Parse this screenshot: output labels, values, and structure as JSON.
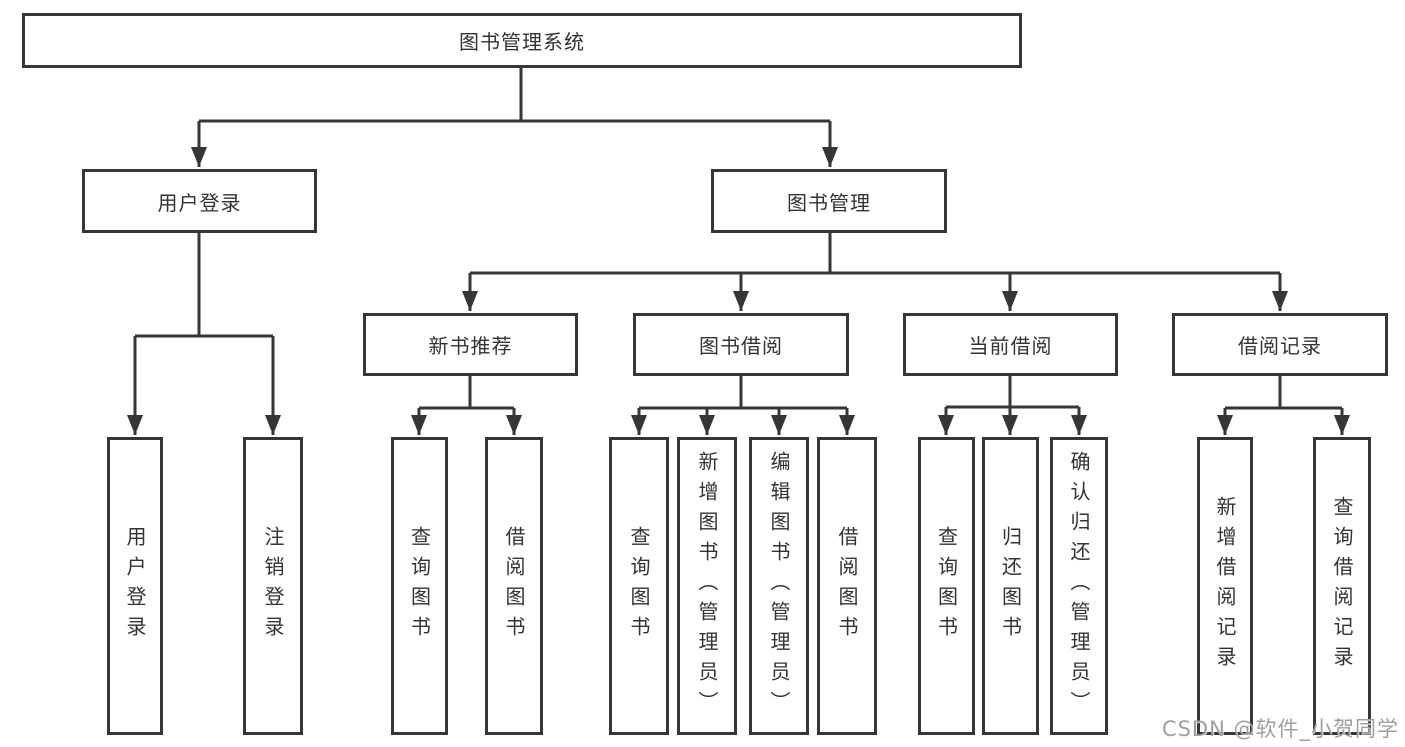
{
  "colors": {
    "line": "#363636",
    "box_border": "#363636",
    "text": "#333333",
    "watermark": "#9f9f9f",
    "background": "#ffffff"
  },
  "watermark": {
    "text": "CSDN @软件_小贺同学"
  },
  "tree": {
    "label": "图书管理系统",
    "children": [
      {
        "label": "用户登录",
        "children": [
          {
            "label": "用户登录"
          },
          {
            "label": "注销登录"
          }
        ]
      },
      {
        "label": "图书管理",
        "children": [
          {
            "label": "新书推荐",
            "children": [
              {
                "label": "查询图书"
              },
              {
                "label": "借阅图书"
              }
            ]
          },
          {
            "label": "图书借阅",
            "children": [
              {
                "label": "查询图书"
              },
              {
                "label": "新增图书（管理员）"
              },
              {
                "label": "编辑图书（管理员）"
              },
              {
                "label": "借阅图书"
              }
            ]
          },
          {
            "label": "当前借阅",
            "children": [
              {
                "label": "查询图书"
              },
              {
                "label": "归还图书"
              },
              {
                "label": "确认归还（管理员）"
              }
            ]
          },
          {
            "label": "借阅记录",
            "children": [
              {
                "label": "新增借阅记录"
              },
              {
                "label": "查询借阅记录"
              }
            ]
          }
        ]
      }
    ]
  }
}
